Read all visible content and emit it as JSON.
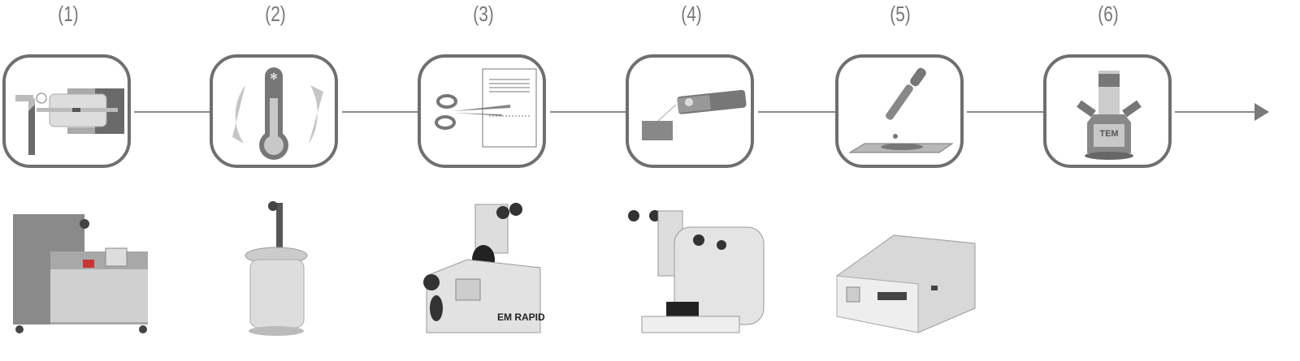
{
  "steps": [
    {
      "number": "(1)",
      "icon": "high-pressure-freezer-icon"
    },
    {
      "number": "(2)",
      "icon": "thermometer-freeze-substitution-icon"
    },
    {
      "number": "(3)",
      "icon": "scissors-trimming-icon"
    },
    {
      "number": "(4)",
      "icon": "ultramicrotome-sectioning-icon"
    },
    {
      "number": "(5)",
      "icon": "pipette-staining-icon"
    },
    {
      "number": "(6)",
      "icon": "tem-microscope-icon"
    }
  ],
  "icon_labels": {
    "tem": "TEM"
  },
  "machines": [
    {
      "name": "high-pressure-freezer"
    },
    {
      "name": "freeze-substitution-unit"
    },
    {
      "name": "trimming-machine",
      "label": "EM RAPID"
    },
    {
      "name": "ultramicrotome"
    },
    {
      "name": "contrasting-stainer"
    }
  ],
  "colors": {
    "stroke": "#6f6f6f",
    "light": "#c8c8c8",
    "mid": "#9a9a9a",
    "dark": "#6a6a6a"
  }
}
